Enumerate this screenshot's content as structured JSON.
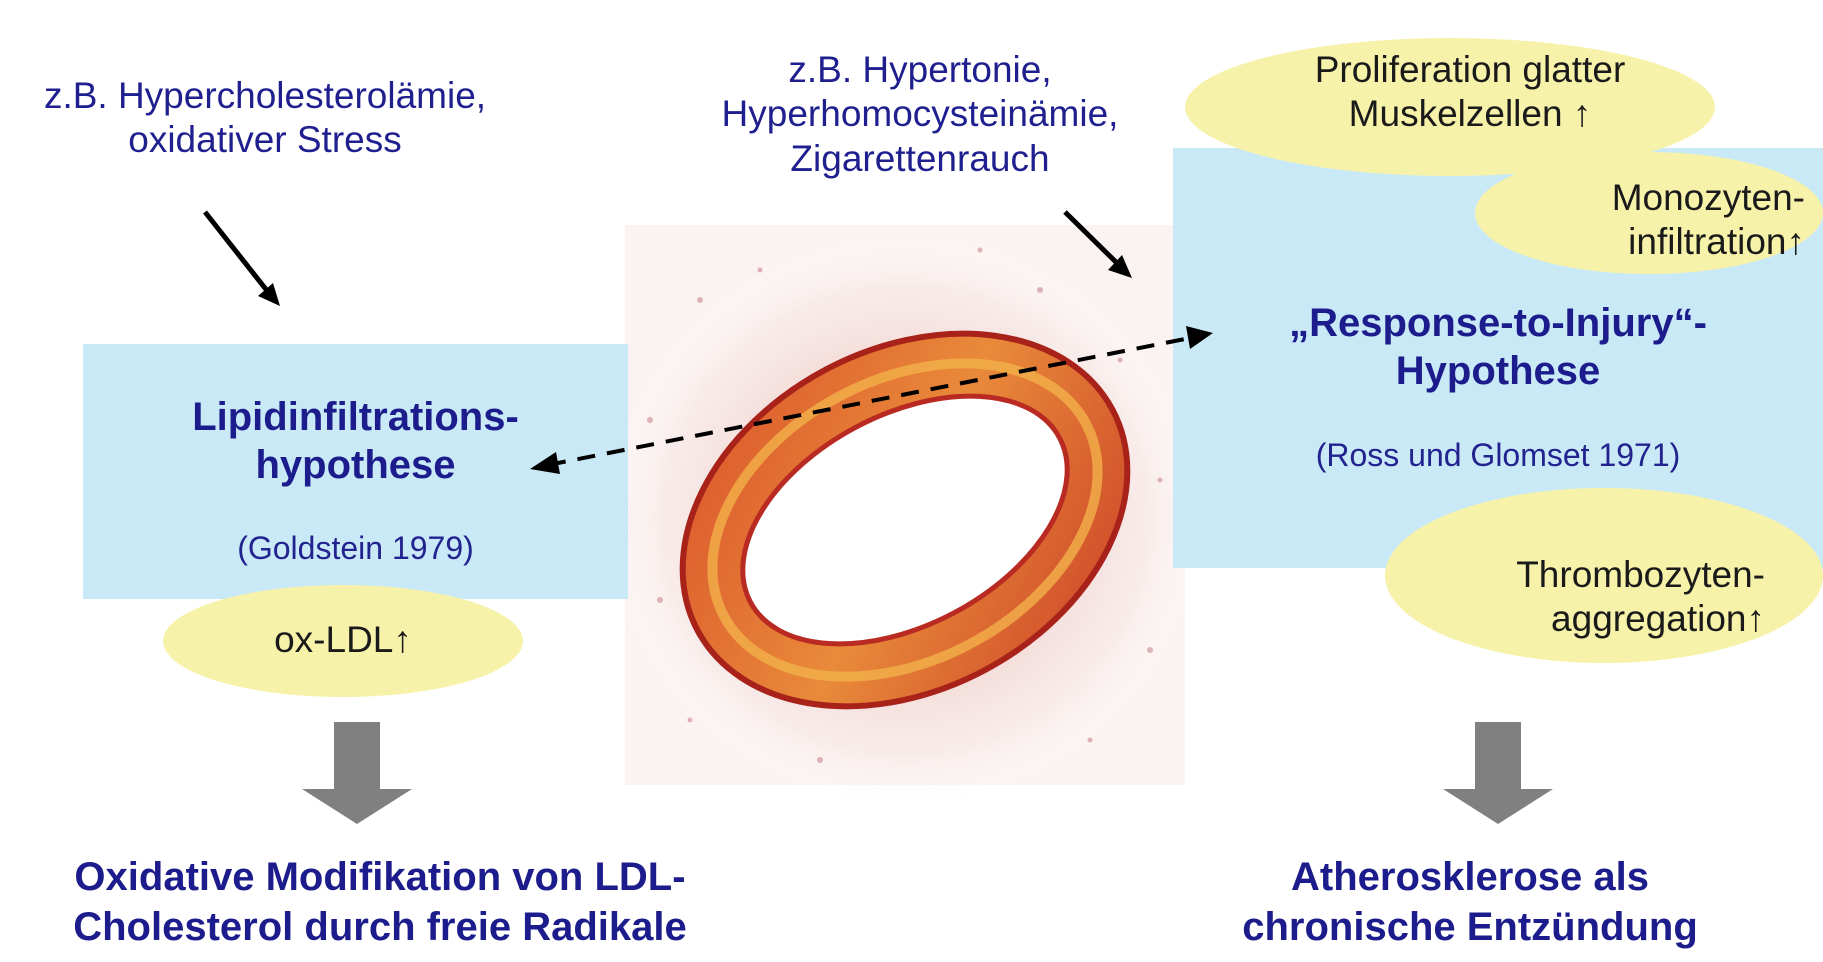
{
  "left_cause": {
    "line1": "z.B. Hypercholesterolämie,",
    "line2": "oxidativer Stress"
  },
  "center_cause": {
    "line1": "z.B. Hypertonie,",
    "line2": "Hyperhomocysteinämie,",
    "line3": "Zigarettenrauch"
  },
  "left_box": {
    "title1": "Lipidinfiltrations-",
    "title2": "hypothese",
    "citation": "(Goldstein 1979)"
  },
  "right_box": {
    "title1": "„Response-to-Injury“-",
    "title2": "Hypothese",
    "citation": "(Ross und Glomset 1971)"
  },
  "bubbles": {
    "oxldl": "ox-LDL↑",
    "proliferation1": "Proliferation glatter",
    "proliferation2": "Muskelzellen ↑",
    "monozyten1": "Monozyten-",
    "monozyten2": "infiltration↑",
    "thrombo1": "Thrombozyten-",
    "thrombo2": "aggregation↑"
  },
  "outcomes": {
    "left1": "Oxidative Modifikation von  LDL-",
    "left2": "Cholesterol durch freie Radikale",
    "right1": "Atherosklerose als",
    "right2": "chronische Entzündung"
  },
  "colors": {
    "box": "#c9e9f7",
    "bubble": "#f7f2aa",
    "text": "#1f1f8f",
    "arrow": "#808080"
  }
}
